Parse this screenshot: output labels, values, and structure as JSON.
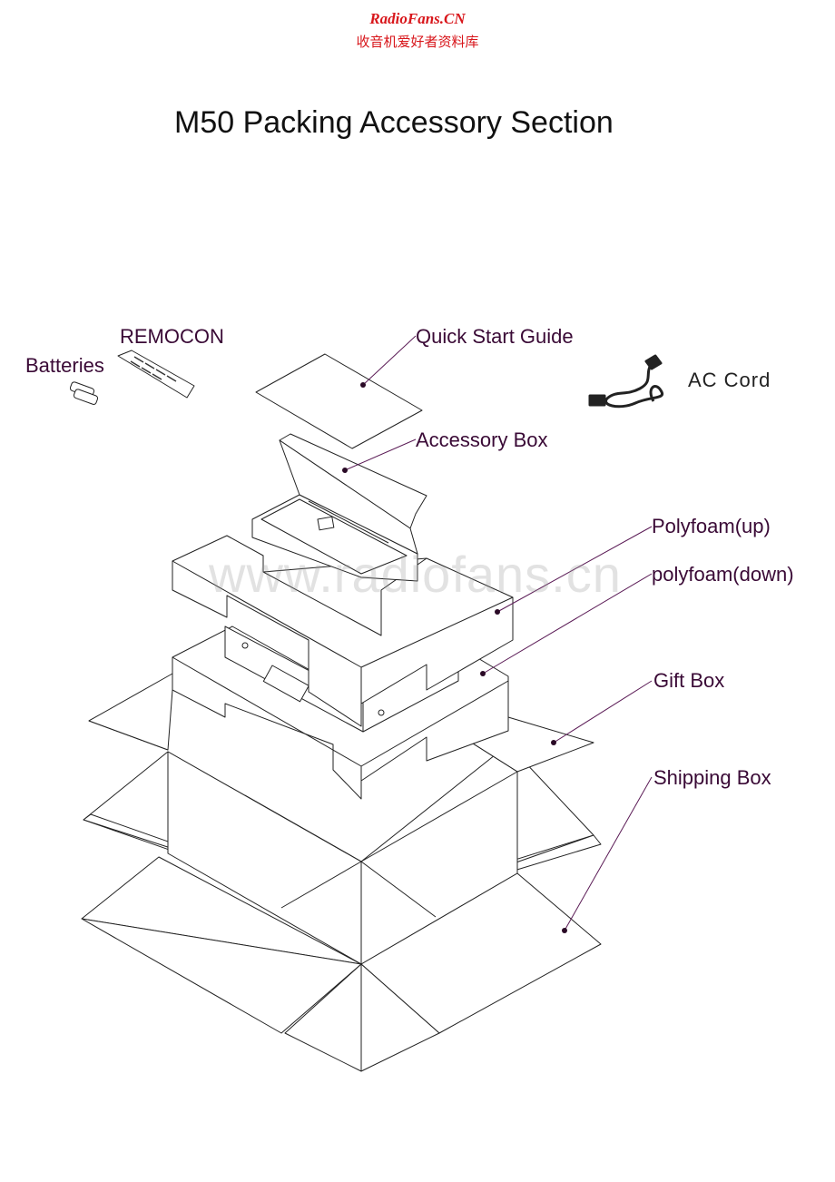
{
  "watermark": {
    "site": "RadioFans.CN",
    "subtitle": "收音机爱好者资料库",
    "center": "www.radiofans.cn"
  },
  "title": "M50 Packing Accessory Section",
  "labels": {
    "remocon": "REMOCON",
    "batteries": "Batteries",
    "quick_start_guide": "Quick Start Guide",
    "ac_cord": "AC Cord",
    "accessory_box": "Accessory Box",
    "polyfoam_up": "Polyfoam(up)",
    "polyfoam_down": "polyfoam(down)",
    "gift_box": "Gift Box",
    "shipping_box": "Shipping Box"
  },
  "colors": {
    "watermark_red": "#d8161b",
    "leader_line": "#5a1a55",
    "outline": "#222222"
  }
}
